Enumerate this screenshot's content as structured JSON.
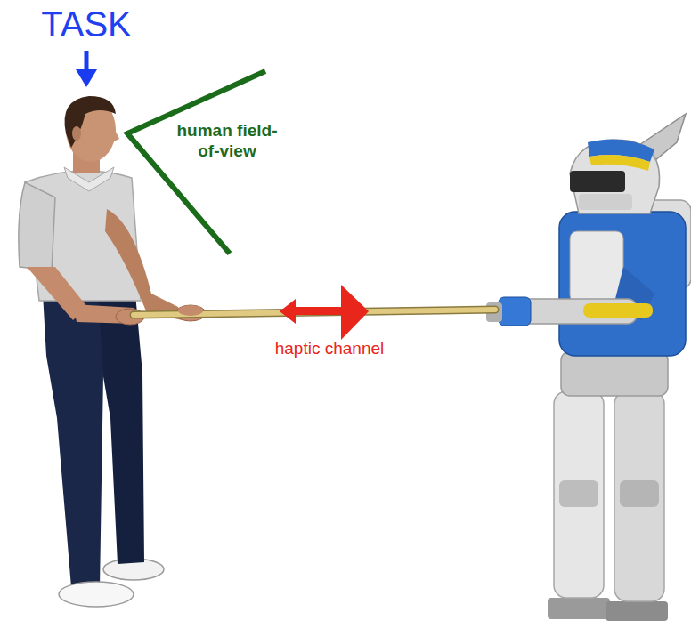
{
  "diagram": {
    "labels": [
      "TASK",
      "human field-of-view",
      "haptic channel"
    ]
  }
}
